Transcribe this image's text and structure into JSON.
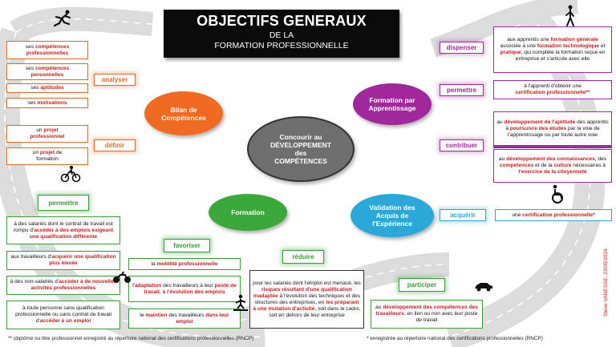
{
  "title": {
    "line1": "OBJECTIFS GENERAUX",
    "line2": "DE LA",
    "line3": "FORMATION PROFESSIONNELLE"
  },
  "center": {
    "line1": "Concourir au",
    "line2": "DÉVELOPPEMENT",
    "line3": "des",
    "line4": "COMPÉTENCES"
  },
  "bilan": {
    "label": "Bilan de Compétences",
    "verb1": "analyser",
    "verb2": "définir",
    "items": [
      {
        "a": "ses ",
        "b": "compétences professionnelles",
        "c": ""
      },
      {
        "a": "ses ",
        "b": "compétences personnelles",
        "c": ""
      },
      {
        "a": "ses ",
        "b": "aptitudes",
        "c": ""
      },
      {
        "a": "ses ",
        "b": "motivations",
        "c": ""
      },
      {
        "a": "un ",
        "b": "projet professionnel",
        "c": ""
      },
      {
        "a": "un ",
        "b": "projet",
        "c": " de formation"
      }
    ]
  },
  "apprentissage": {
    "label": "Formation par Apprentissage",
    "verbs": [
      "dispenser",
      "permettre",
      "contribuer"
    ],
    "box1": {
      "a": "aux apprentis une ",
      "b": "formation générale",
      "c": " associée à une ",
      "d": "formation technologique",
      "e": " et ",
      "f": "pratique",
      "g": ", qui complète la formation reçue en entreprise et s'articule avec elle"
    },
    "box2": {
      "a": "à l'apprenti d'obtenir une",
      "b": "certification professionnelle**"
    },
    "box3": {
      "a": "au ",
      "b": "développement de l'aptitude",
      "c": " des apprentis à ",
      "d": "poursuivre des études",
      "e": " par la voie de l'apprentissage ou par toute autre voie"
    },
    "box4": {
      "a": "au ",
      "b": "développement des connaissances",
      "c": ", des ",
      "d": "compétences",
      "e": " et de la ",
      "f": "culture",
      "g": " nécessaires à ",
      "h": "l'exercice de la citoyenneté"
    }
  },
  "vae": {
    "label": "Validation des Acquis de l'Expérience",
    "verb": "acquérir",
    "box": {
      "a": "une ",
      "b": "certification professionnelle*"
    }
  },
  "formation": {
    "label": "Formation",
    "verbs": [
      "permettre",
      "favoriser",
      "réduire",
      "participer"
    ],
    "permettre_items": [
      {
        "a": "à des salariés dont le contrat de travail est rompu d'",
        "b": "accéder à des emplois exigeant une qualification différente",
        "c": ""
      },
      {
        "a": "aux travailleurs d'",
        "b": "acquérir une qualification plus élevée",
        "c": ""
      },
      {
        "a": "à des non-salariés d'",
        "b": "accéder à de nouvelles activités professionnelles",
        "c": ""
      },
      {
        "a": "à toute personne sans qualification professionnelle ou sans contrat de travail d'",
        "b": "accéder à un emploi",
        "c": ""
      }
    ],
    "favoriser_items": [
      {
        "a": "la ",
        "b": "mobilité professionnelle",
        "c": ""
      },
      {
        "a": "l'",
        "b": "adaptation",
        "c": " des travailleurs à leur ",
        "d": "poste de travail",
        "e": ", à ",
        "f": "l'évolution des emplois"
      },
      {
        "a": "le ",
        "b": "maintien",
        "c": " des travailleurs ",
        "d": "dans leur emploi"
      }
    ],
    "reduire_box": {
      "a": "pour les salariés dont l'emploi est menacé, les ",
      "b": "risques résultant d'une qualification inadaptée",
      "c": " à l'évolution des techniques et des structures des entreprises, en ",
      "d": "les préparant à une mutation d'activité",
      "e": ", soit dans le cadre, soit en dehors de leur entreprise"
    },
    "participer_box": {
      "a": "au ",
      "b": "développement des compétences des travailleurs",
      "c": ", en lien ou non avec leur poste de travail"
    }
  },
  "footnotes": {
    "left": "** (diplôme ou titre professionnel enregistré au répertoire national des certifications professionnelles (RNCP)",
    "right": "* enregistrée au répertoire national des certifications professionnelles (RNCP)"
  },
  "signature": "Steve VANESSE, 23/05/2024",
  "colors": {
    "orange": "#e2681c",
    "purple": "#a0289c",
    "blue": "#2aa8d8",
    "green": "#3a9a3a",
    "red": "#d01818",
    "center": "#6e6e6e"
  },
  "icons": [
    "runner-icon",
    "skateboarder-icon",
    "cyclist-icon",
    "car-icon",
    "motorbike-icon",
    "walker-icon",
    "wheelchair-icon"
  ]
}
